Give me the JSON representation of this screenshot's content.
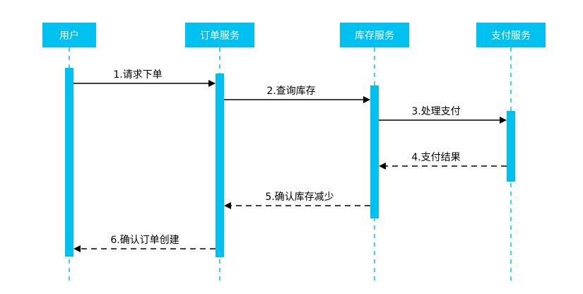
{
  "diagram": {
    "accent_color": "#00c0ef",
    "line_color": "#000000",
    "participants": [
      {
        "id": "user",
        "label": "用户"
      },
      {
        "id": "order",
        "label": "订单服务"
      },
      {
        "id": "inventory",
        "label": "库存服务"
      },
      {
        "id": "payment",
        "label": "支付服务"
      }
    ],
    "messages": [
      {
        "from": "user",
        "to": "order",
        "label": "1.请求下单",
        "style": "solid"
      },
      {
        "from": "order",
        "to": "inventory",
        "label": "2.查询库存",
        "style": "solid"
      },
      {
        "from": "inventory",
        "to": "payment",
        "label": "3.处理支付",
        "style": "solid"
      },
      {
        "from": "payment",
        "to": "inventory",
        "label": "4.支付结果",
        "style": "dashed"
      },
      {
        "from": "inventory",
        "to": "order",
        "label": "5.确认库存减少",
        "style": "dashed"
      },
      {
        "from": "order",
        "to": "user",
        "label": "6.确认订单创建",
        "style": "dashed"
      }
    ]
  }
}
